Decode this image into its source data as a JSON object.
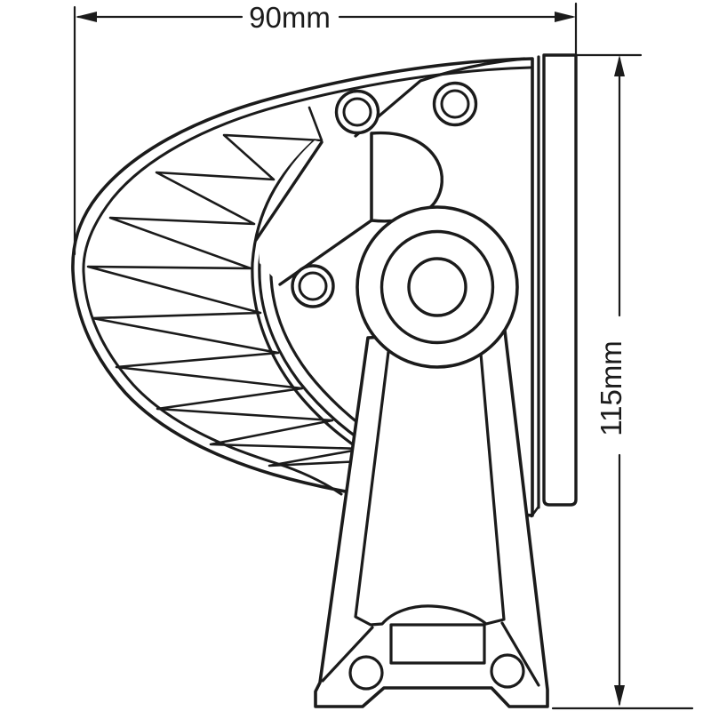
{
  "diagram": {
    "type": "technical-dimension-drawing",
    "subject": "LED work light side view with mounting bracket",
    "colors": {
      "line": "#1b1b1b",
      "background": "#ffffff"
    },
    "dimensions": {
      "width": {
        "label": "90mm"
      },
      "height": {
        "label": "115mm"
      }
    }
  }
}
